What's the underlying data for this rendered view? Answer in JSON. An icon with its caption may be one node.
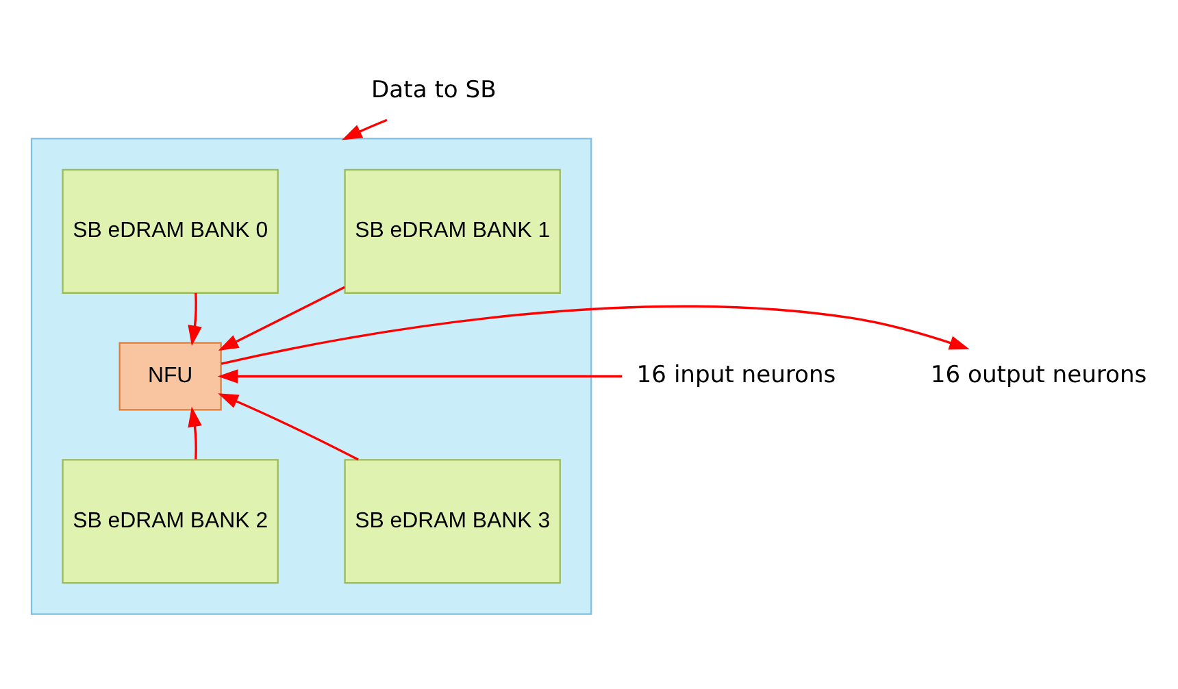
{
  "diagram": {
    "nodes": [
      {
        "text": [
          "Data to SB"
        ]
      },
      {
        "text": [],
        "shape": "box"
      },
      {
        "text": [
          "SB eDRAM BANK 0"
        ],
        "in": 1
      },
      {
        "text": [
          "SB eDRAM BANK 1"
        ],
        "in": 1
      },
      {
        "text": [
          "NFU"
        ],
        "in": 1
      },
      {
        "text": [
          "SB eDRAM BANK 2"
        ],
        "in": 1
      },
      {
        "text": [
          "SB eDRAM BANK 3"
        ],
        "in": 1
      },
      {
        "text": [
          "16 input neurons"
        ]
      },
      {
        "text": [
          "16 output neurons"
        ]
      }
    ],
    "edges": [
      {
        "from": 0,
        "to": 1,
        "arrow": "to"
      },
      {
        "from": 2,
        "to": 4,
        "arrow": "to"
      },
      {
        "from": 3,
        "to": 4,
        "arrow": "to"
      },
      {
        "from": 5,
        "to": 4,
        "arrow": "to"
      },
      {
        "from": 6,
        "to": 4,
        "arrow": "to"
      },
      {
        "from": 7,
        "to": 4,
        "arrow": "to"
      },
      {
        "from": 4,
        "to": 8,
        "arrow": "to"
      }
    ]
  }
}
